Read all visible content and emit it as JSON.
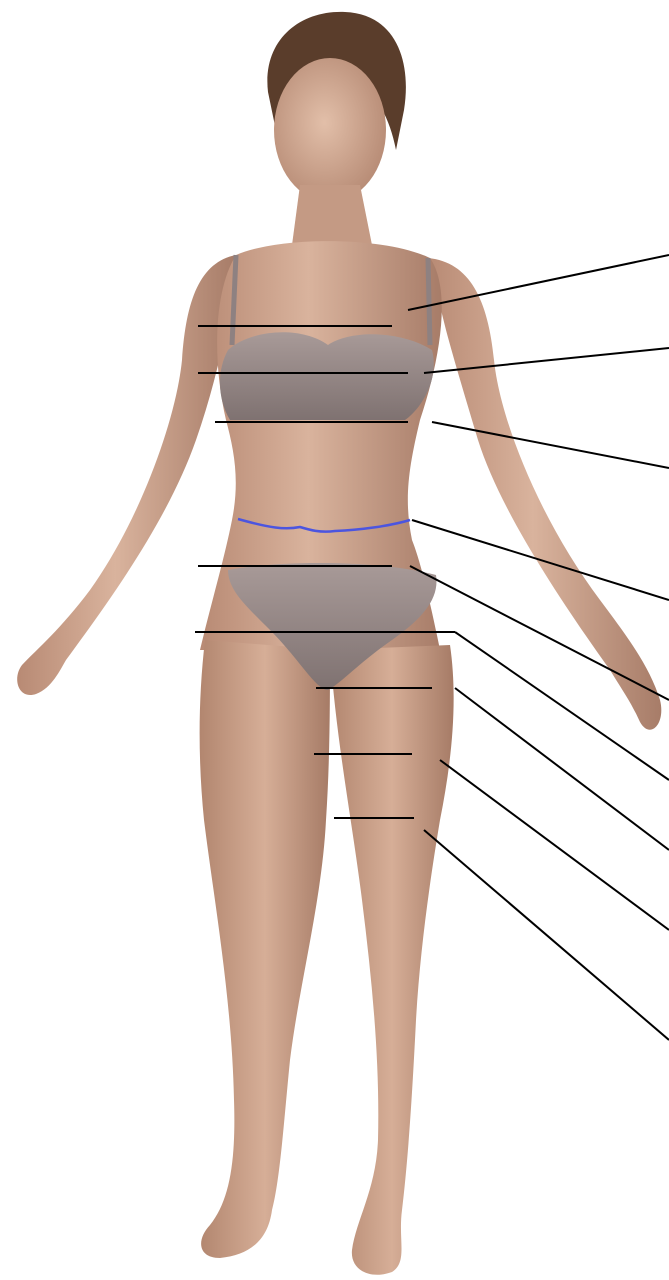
{
  "figure": {
    "subject": "female-body-mannequin",
    "measurement_lines": [
      {
        "name": "upper-chest-line"
      },
      {
        "name": "bust-line"
      },
      {
        "name": "under-bust-line"
      },
      {
        "name": "waist-line",
        "color": "#4b55e0"
      },
      {
        "name": "high-hip-line"
      },
      {
        "name": "hip-line"
      },
      {
        "name": "upper-thigh-line"
      },
      {
        "name": "mid-thigh-line"
      },
      {
        "name": "knee-line"
      }
    ],
    "colors": {
      "skin": "#cfa791",
      "skin_shadow": "#a77c68",
      "underwear": "#8e8181",
      "hair": "#5a3d2b",
      "leader_line": "#000000",
      "waist_line": "#4b55e0"
    }
  }
}
